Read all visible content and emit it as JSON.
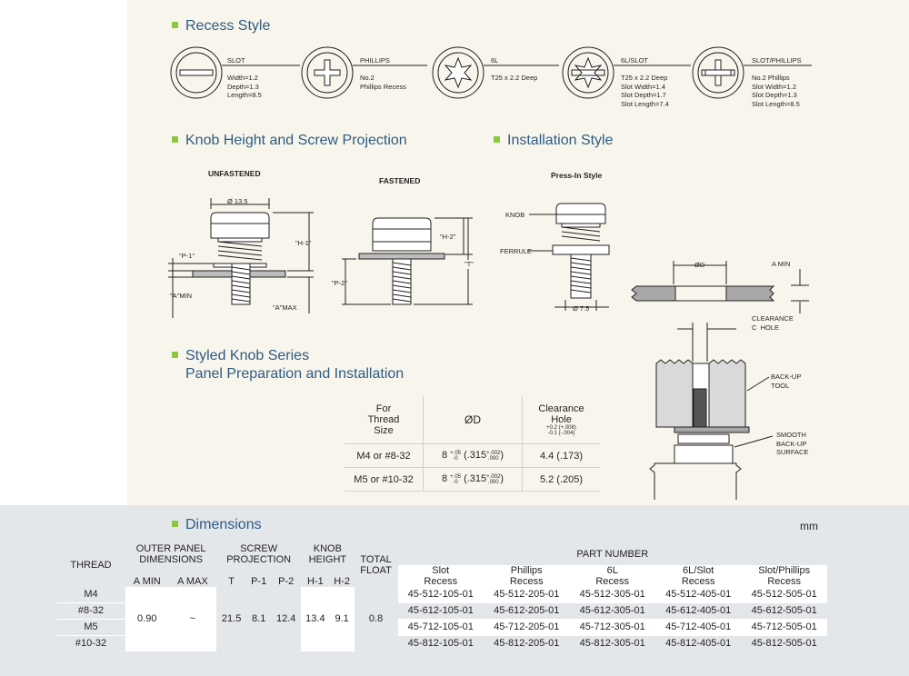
{
  "colors": {
    "heading": "#2d5b84",
    "bullet": "#8dc63f",
    "cream": "#f8f6ec",
    "dims_bg": "#e4e7ea"
  },
  "recess": {
    "title": "Recess Style",
    "items": [
      {
        "name": "SLOT",
        "specs": [
          "Width=1.2",
          "Depth=1.3",
          "Length=8.5"
        ]
      },
      {
        "name": "PHILLIPS",
        "specs": [
          "No.2",
          "Phillips Recess"
        ]
      },
      {
        "name": "6L",
        "specs": [
          "T25 x 2.2 Deep"
        ]
      },
      {
        "name": "6L/SLOT",
        "specs": [
          "T25 x 2.2 Deep",
          "Slot Width=1.4",
          "Slot Depth=1.7",
          "Slot Length=7.4"
        ]
      },
      {
        "name": "SLOT/PHILLIPS",
        "specs": [
          "No.2 Phillips",
          "Slot Width=1.2",
          "Slot Depth=1.3",
          "Slot Length=8.5"
        ]
      }
    ]
  },
  "knob": {
    "title": "Knob Height and Screw Projection",
    "unfastened": "UNFASTENED",
    "fastened": "FASTENED",
    "dia": "Ø 13.5",
    "h1": "\"H-1\"",
    "h2": "\"H-2\"",
    "p1": "\"P-1\"",
    "p2": "\"P-2\"",
    "t": "\"T\"",
    "amin": "\"A\"MIN",
    "amax": "\"A\"MAX"
  },
  "install": {
    "title": "Installation Style",
    "press": "Press-In Style",
    "knob": "KNOB",
    "ferrule": "FERRULE",
    "dia": "Ø 7.5",
    "od": "ØD",
    "amin": "A MIN",
    "clearance": "CLEARANCE",
    "c": "C",
    "hole": "HOLE",
    "backup": "BACK-UP",
    "tool": "TOOL",
    "smooth": "SMOOTH",
    "backup2": "BACK-UP",
    "surface": "SURFACE"
  },
  "panelprep": {
    "title1": "Styled Knob Series",
    "title2": "Panel Preparation and Installation",
    "headers": {
      "for": "For",
      "thread": "Thread",
      "size": "Size",
      "od": "ØD",
      "clear1": "Clearance",
      "clear2": "Hole",
      "clear_tol_top": "+0.2 (+.008)",
      "clear_tol_bot": "-0.1 (-.004)"
    },
    "rows": [
      {
        "thread": "M4 or #8-32",
        "od_main": "8",
        "od_tol_top": "+.05",
        "od_tol_bot": "-0",
        "od_in": "(.315",
        "od_in_top": "+.002",
        "od_in_bot": ".000",
        "od_close": ")",
        "clear": "4.4 (.173)"
      },
      {
        "thread": "M5 or #10-32",
        "od_main": "8",
        "od_tol_top": "+.05",
        "od_tol_bot": "-0",
        "od_in": "(.315",
        "od_in_top": "+.002",
        "od_in_bot": ".000",
        "od_close": ")",
        "clear": "5.2 (.205)"
      }
    ]
  },
  "dims": {
    "title": "Dimensions",
    "unit": "mm",
    "headers": {
      "thread": "THREAD",
      "outer1": "OUTER PANEL",
      "outer2": "DIMENSIONS",
      "screw1": "SCREW",
      "screw2": "PROJECTION",
      "knob1": "KNOB",
      "knob2": "HEIGHT",
      "total1": "TOTAL",
      "total2": "FLOAT",
      "part": "PART NUMBER",
      "amin": "A MIN",
      "amax": "A MAX",
      "t": "T",
      "p1": "P-1",
      "p2": "P-2",
      "h1": "H-1",
      "h2": "H-2"
    },
    "recess_cols": [
      [
        "Slot",
        "Recess"
      ],
      [
        "Phillips",
        "Recess"
      ],
      [
        "6L",
        "Recess"
      ],
      [
        "6L/Slot",
        "Recess"
      ],
      [
        "Slot/Phillips",
        "Recess"
      ]
    ],
    "threads": [
      "M4",
      "#8-32",
      "M5",
      "#10-32"
    ],
    "values": {
      "amin": "0.90",
      "amax": "~",
      "t": "21.5",
      "p1": "8.1",
      "p2": "12.4",
      "h1": "13.4",
      "h2": "9.1",
      "float": "0.8"
    },
    "parts": [
      [
        "45-512-105-01",
        "45-512-205-01",
        "45-512-305-01",
        "45-512-405-01",
        "45-512-505-01"
      ],
      [
        "45-612-105-01",
        "45-612-205-01",
        "45-612-305-01",
        "45-612-405-01",
        "45-612-505-01"
      ],
      [
        "45-712-105-01",
        "45-712-205-01",
        "45-712-305-01",
        "45-712-405-01",
        "45-712-505-01"
      ],
      [
        "45-812-105-01",
        "45-812-205-01",
        "45-812-305-01",
        "45-812-405-01",
        "45-812-505-01"
      ]
    ]
  }
}
